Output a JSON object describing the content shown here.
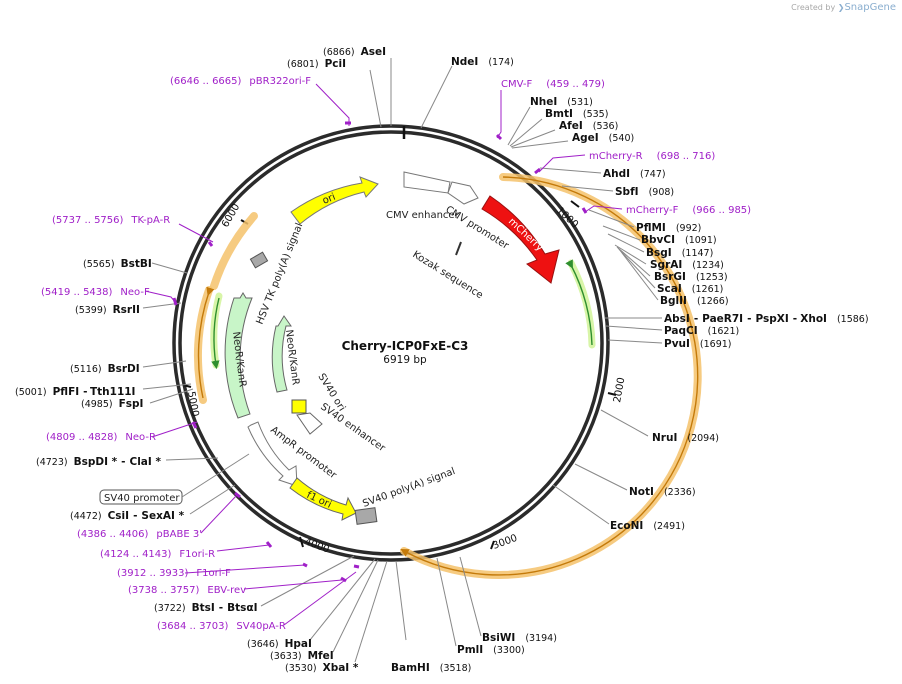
{
  "credit": {
    "prefix": "Created by",
    "brand": "SnapGene"
  },
  "plasmid": {
    "name": "Cherry-ICP0FxE-C3",
    "size": "6919 bp"
  },
  "ticks": [
    "1000",
    "2000",
    "3000",
    "4000",
    "5000",
    "6000"
  ],
  "features": {
    "ori": "ori",
    "cmv_enhancer": "CMV enhancer",
    "cmv_promoter": "CMV promoter",
    "mcherry": "mCherry",
    "kozak": "Kozak sequence",
    "hsv_tk": "HSV TK poly(A) signal",
    "neo_outer": "NeoR/KanR",
    "neo_inner": "NeoR/KanR",
    "sv40_ori": "SV40 ori",
    "sv40_enh": "SV40 enhancer",
    "ampr_prom": "AmpR promoter",
    "f1ori": "f1 ori",
    "sv40pa": "SV40 poly(A) signal",
    "sv40_promoter_box": "SV40 promoter"
  },
  "enzymes": {
    "asei": {
      "pos": "(6866)",
      "name": "AseI"
    },
    "pcii": {
      "pos": "(6801)",
      "name": "PciI"
    },
    "ndei": {
      "name": "NdeI",
      "pos": "(174)"
    },
    "nhei": {
      "name": "NheI",
      "pos": "(531)"
    },
    "bmti": {
      "name": "BmtI",
      "pos": "(535)"
    },
    "afei": {
      "name": "AfeI",
      "pos": "(536)"
    },
    "agei": {
      "name": "AgeI",
      "pos": "(540)"
    },
    "ahdi": {
      "name": "AhdI",
      "pos": "(747)"
    },
    "sbfi": {
      "name": "SbfI",
      "pos": "(908)"
    },
    "pflmi": {
      "name": "PflMI",
      "pos": "(992)"
    },
    "bbvci": {
      "name": "BbvCI",
      "pos": "(1091)"
    },
    "bsgi": {
      "name": "BsgI",
      "pos": "(1147)"
    },
    "sgrai": {
      "name": "SgrAI",
      "pos": "(1234)"
    },
    "bsrgi": {
      "name": "BsrGI",
      "pos": "(1253)"
    },
    "scai": {
      "name": "ScaI",
      "pos": "(1261)"
    },
    "bglii": {
      "name": "BglII",
      "pos": "(1266)"
    },
    "absi_group": {
      "n1": "AbsI",
      "n2": "PaeR7I",
      "n3": "PspXI",
      "n4": "XhoI",
      "pos": "(1586)"
    },
    "paqci": {
      "name": "PaqCI",
      "pos": "(1621)"
    },
    "pvui": {
      "name": "PvuI",
      "pos": "(1691)"
    },
    "drui": {
      "name": "NruI",
      "pos": "(2094)"
    },
    "noti": {
      "name": "NotI",
      "pos": "(2336)"
    },
    "econi": {
      "name": "EcoNI",
      "pos": "(2491)"
    },
    "bsiwi": {
      "name": "BsiWI",
      "pos": "(3194)"
    },
    "pmli": {
      "name": "PmlI",
      "pos": "(3300)"
    },
    "bamhi": {
      "name": "BamHI",
      "pos": "(3518)"
    },
    "xbai": {
      "pos": "(3530)",
      "name": "XbaI *"
    },
    "mfei": {
      "pos": "(3633)",
      "name": "MfeI"
    },
    "hpai": {
      "pos": "(3646)",
      "name": "HpaI"
    },
    "btsi": {
      "pos": "(3722)",
      "n1": "BtsI",
      "n2": "BtsαI"
    },
    "csii": {
      "pos": "(4472)",
      "n1": "CsiI",
      "n2": "SexAI *"
    },
    "bspdi": {
      "pos": "(4723)",
      "n1": "BspDI *",
      "n2": "ClaI *"
    },
    "fspi": {
      "pos": "(4985)",
      "name": "FspI"
    },
    "pflfi": {
      "pos": "(5001)",
      "n1": "PflFI",
      "n2": "Tth111I"
    },
    "bsrdi": {
      "pos": "(5116)",
      "name": "BsrDI"
    },
    "rsrii": {
      "pos": "(5399)",
      "name": "RsrII"
    },
    "bstbi": {
      "pos": "(5565)",
      "name": "BstBI"
    }
  },
  "primers": {
    "pbr322": {
      "pos": "(6646 .. 6665)",
      "name": "pBR322ori-F"
    },
    "cmvf": {
      "name": "CMV-F",
      "pos": "(459 .. 479)"
    },
    "mcherryr": {
      "name": "mCherry-R",
      "pos": "(698 .. 716)"
    },
    "mcherryf": {
      "name": "mCherry-F",
      "pos": "(966 .. 985)"
    },
    "tkpar": {
      "pos": "(5737 .. 5756)",
      "name": "TK-pA-R"
    },
    "neof": {
      "pos": "(5419 .. 5438)",
      "name": "Neo-F"
    },
    "neor": {
      "pos": "(4809 .. 4828)",
      "name": "Neo-R"
    },
    "pbabe": {
      "pos": "(4386 .. 4406)",
      "name": "pBABE 3'"
    },
    "f1orir": {
      "pos": "(4124 .. 4143)",
      "name": "F1ori-R"
    },
    "f1orif": {
      "pos": "(3912 .. 3933)",
      "name": "F1ori-F"
    },
    "ebvrev": {
      "pos": "(3738 .. 3757)",
      "name": "EBV-rev"
    },
    "sv40par": {
      "pos": "(3684 .. 3703)",
      "name": "SV40pA-R"
    }
  },
  "colors": {
    "backbone": "#2b2b2b",
    "orf_highlight": "#f5c26b",
    "orf_line": "#c47a0a",
    "primer": "#a020c8",
    "mcherry": "#ee1111",
    "ori": "#ffff00",
    "neo": "#c8f5c8",
    "promoter": "#ffffff",
    "polyA": "#a8a8a8",
    "neo_orf_line": "#2f8f2f"
  }
}
